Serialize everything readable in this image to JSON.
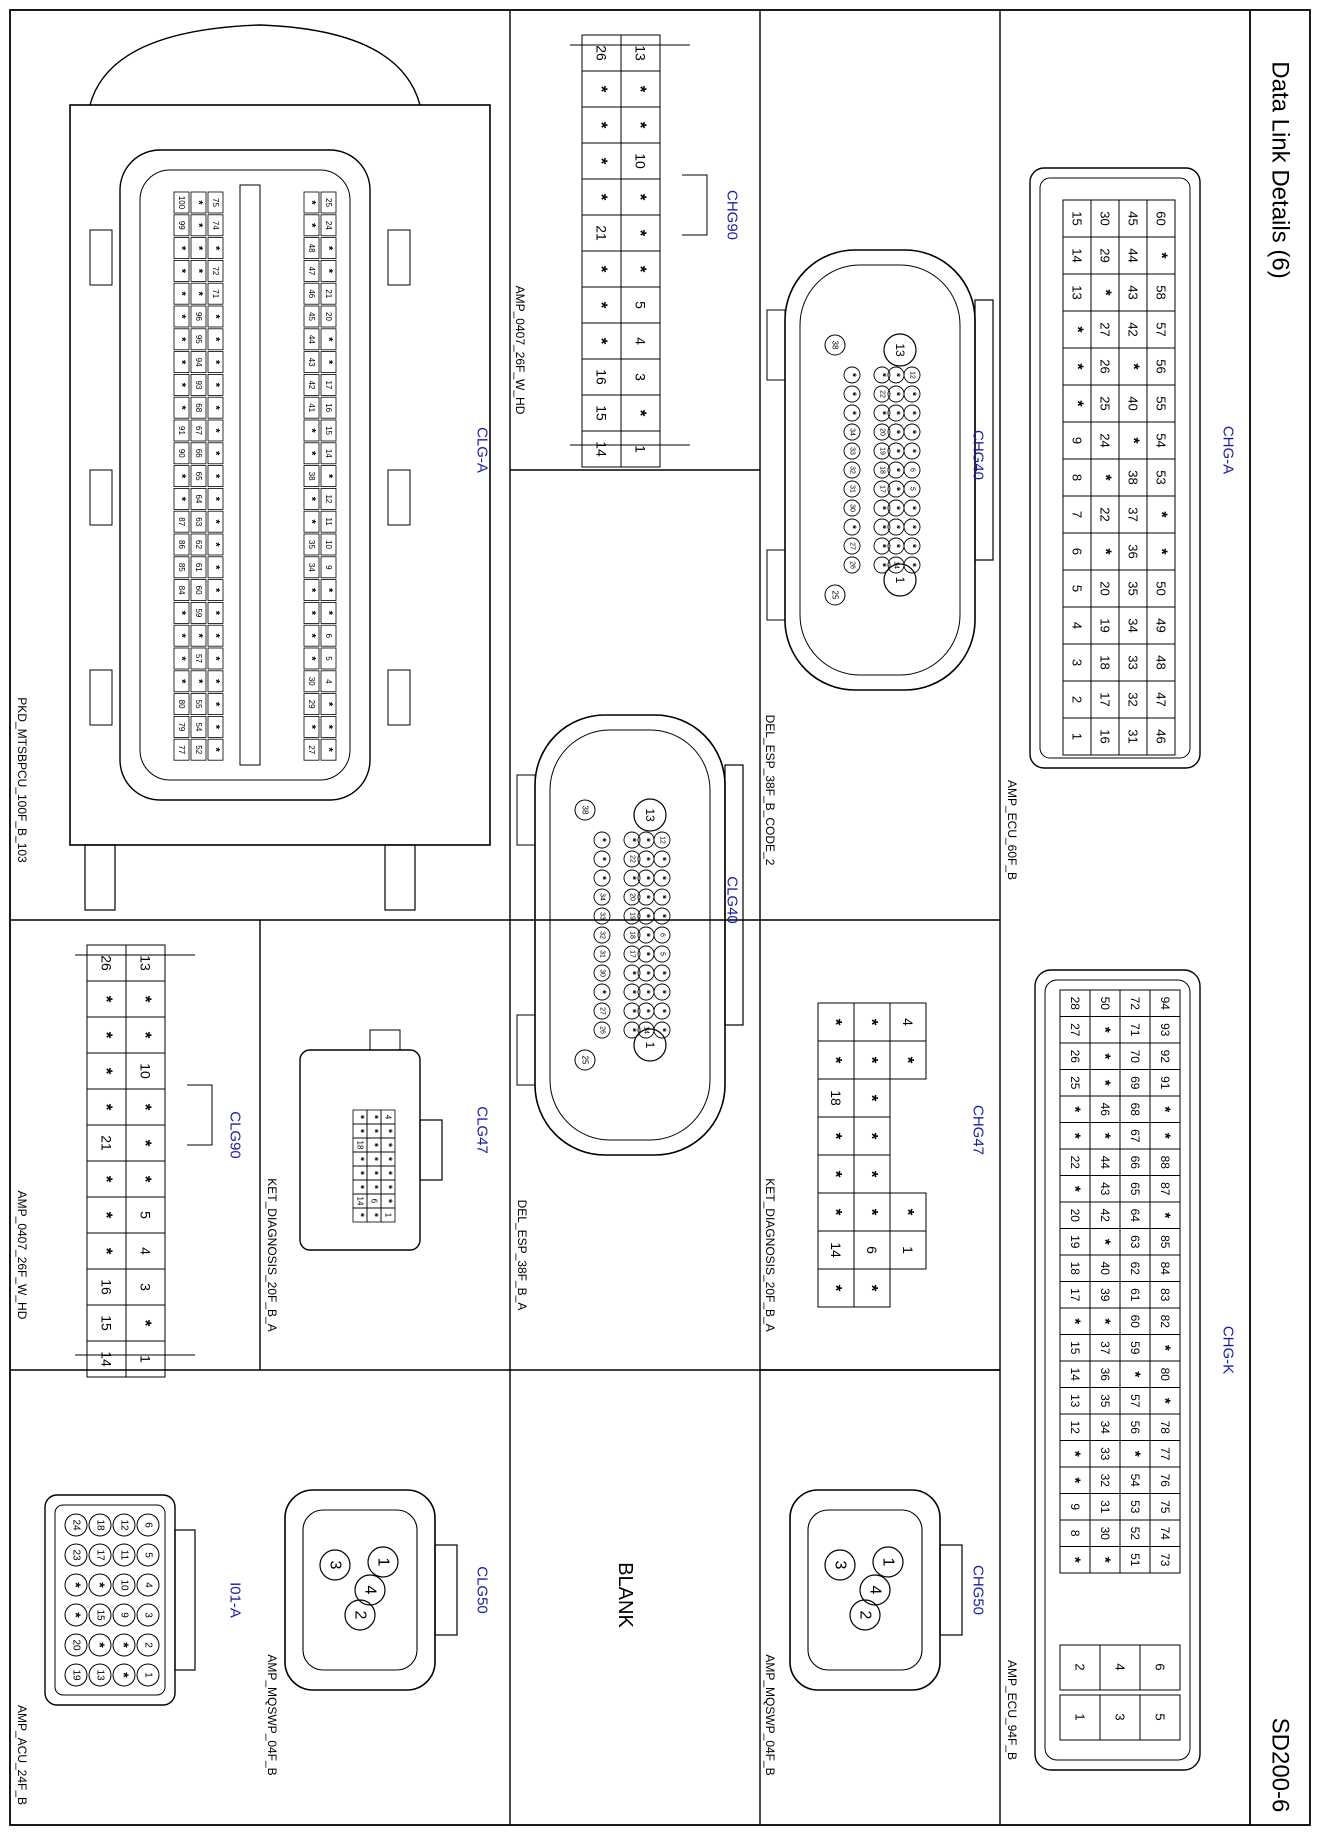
{
  "page": {
    "title": "Data Link Details (6)",
    "code": "SD200-6",
    "colors": {
      "label_blue": "#1a1aa8",
      "line": "#000000"
    }
  },
  "panels": [
    {
      "id": "chg-a",
      "title": "CHG-A",
      "part": "AMP_ECU_60F_B",
      "kind": "grid",
      "rows": [
        [
          "60",
          "*",
          "58",
          "57",
          "56",
          "55",
          "54",
          "53",
          "*",
          "*",
          "50",
          "49",
          "48",
          "47",
          "46"
        ],
        [
          "45",
          "44",
          "43",
          "42",
          "*",
          "40",
          "*",
          "38",
          "37",
          "36",
          "35",
          "34",
          "33",
          "32",
          "31"
        ],
        [
          "30",
          "29",
          "*",
          "27",
          "26",
          "25",
          "24",
          "*",
          "22",
          "*",
          "20",
          "19",
          "18",
          "17",
          "16"
        ],
        [
          "15",
          "14",
          "13",
          "*",
          "*",
          "*",
          "9",
          "8",
          "7",
          "6",
          "5",
          "4",
          "3",
          "2",
          "1"
        ]
      ]
    },
    {
      "id": "chg-k",
      "title": "CHG-K",
      "part": "AMP_ECU_94F_B",
      "kind": "grid",
      "rows": [
        [
          "94",
          "93",
          "92",
          "91",
          "*",
          "*",
          "88",
          "87",
          "*",
          "85",
          "84",
          "83",
          "82",
          "*",
          "80",
          "*",
          "78",
          "77",
          "76",
          "75",
          "74",
          "73"
        ],
        [
          "72",
          "71",
          "70",
          "69",
          "68",
          "67",
          "66",
          "65",
          "64",
          "63",
          "62",
          "61",
          "60",
          "59",
          "*",
          "57",
          "56",
          "*",
          "54",
          "53",
          "52",
          "51"
        ],
        [
          "50",
          "*",
          "*",
          "*",
          "46",
          "*",
          "44",
          "43",
          "42",
          "*",
          "40",
          "39",
          "*",
          "37",
          "36",
          "35",
          "34",
          "33",
          "32",
          "31",
          "30",
          "*"
        ],
        [
          "28",
          "27",
          "26",
          "25",
          "*",
          "*",
          "22",
          "*",
          "20",
          "19",
          "18",
          "17",
          "*",
          "15",
          "14",
          "13",
          "12",
          "*",
          "*",
          "9",
          "8",
          "*"
        ]
      ],
      "tail_rows": [
        [
          "6",
          "5"
        ],
        [
          "4",
          "3"
        ],
        [
          "2",
          "1"
        ]
      ]
    },
    {
      "id": "chg40",
      "title": "CHG40",
      "part": "DEL_ESP_38F_B_CODE_2",
      "kind": "esp",
      "big": [
        "13",
        "1"
      ],
      "small_end": [
        "38",
        "25"
      ],
      "row_a": [
        "12",
        "*",
        "*",
        "*",
        "*",
        "6",
        "5",
        "*",
        "*",
        "*",
        "*"
      ],
      "row_b": [
        "*",
        "*",
        "*",
        "*",
        "*",
        "*",
        "*",
        "*",
        "*",
        "*",
        "14"
      ],
      "row_c": [
        "*",
        "22",
        "*",
        "20",
        "19",
        "18",
        "17",
        "*",
        "*",
        "*",
        "*"
      ],
      "row_d": [
        "*",
        "*",
        "*",
        "34",
        "33",
        "32",
        "31",
        "30",
        "*",
        "27",
        "26"
      ]
    },
    {
      "id": "chg90",
      "title": "CHG90",
      "part": "AMP_0407_26F_W_HD",
      "kind": "grid",
      "rows": [
        [
          "13",
          "*",
          "*",
          "10",
          "*",
          "*",
          "*",
          "5",
          "4",
          "3",
          "*",
          "1"
        ],
        [
          "26",
          "*",
          "*",
          "*",
          "*",
          "21",
          "*",
          "*",
          "*",
          "16",
          "15",
          "14"
        ]
      ]
    },
    {
      "id": "clg-a",
      "title": "CLG-A",
      "part": "PKD_MTSBPCU_100F_B_103",
      "kind": "pkd",
      "rows": [
        [
          "25",
          "24",
          "*",
          "*",
          "21",
          "20",
          "*",
          "*",
          "17",
          "16",
          "15",
          "14",
          "*",
          "12",
          "11",
          "10",
          "9",
          "*",
          "*",
          "6",
          "5",
          "4",
          "*",
          "*",
          "*"
        ],
        [
          "*",
          "*",
          "48",
          "47",
          "46",
          "45",
          "44",
          "43",
          "42",
          "41",
          "*",
          "*",
          "38",
          "*",
          "*",
          "35",
          "34",
          "*",
          "*",
          "*",
          "*",
          "30",
          "29",
          "*",
          "27"
        ],
        [
          "75",
          "74",
          "*",
          "72",
          "71",
          "*",
          "*",
          "*",
          "*",
          "*",
          "*",
          "*",
          "*",
          "*",
          "*",
          "*",
          "*",
          "*",
          "*",
          "*",
          "*",
          "*",
          "*",
          "*",
          "*"
        ],
        [
          "*",
          "*",
          "*",
          "*",
          "*",
          "96",
          "95",
          "94",
          "93",
          "68",
          "67",
          "66",
          "65",
          "64",
          "63",
          "62",
          "61",
          "60",
          "59",
          "*",
          "57",
          "*",
          "55",
          "54",
          "52"
        ],
        [
          "100",
          "99",
          "*",
          "*",
          "*",
          "*",
          "*",
          "*",
          "*",
          "*",
          "91",
          "90",
          "*",
          "*",
          "87",
          "86",
          "85",
          "84",
          "*",
          "*",
          "*",
          "*",
          "80",
          "79",
          "77"
        ]
      ]
    },
    {
      "id": "clg40",
      "title": "CLG40",
      "part": "DEL_ESP_38F_B_A",
      "kind": "esp",
      "big": [
        "13",
        "1"
      ],
      "small_end": [
        "38",
        "25"
      ],
      "row_a": [
        "12",
        "*",
        "*",
        "*",
        "*",
        "6",
        "5",
        "*",
        "*",
        "*",
        "*"
      ],
      "row_b": [
        "*",
        "*",
        "*",
        "*",
        "*",
        "*",
        "*",
        "*",
        "*",
        "*",
        "14"
      ],
      "row_c": [
        "*",
        "22",
        "*",
        "20",
        "19",
        "18",
        "17",
        "*",
        "*",
        "*",
        "*"
      ],
      "row_d": [
        "*",
        "*",
        "*",
        "34",
        "33",
        "32",
        "31",
        "30",
        "*",
        "27",
        "26"
      ]
    },
    {
      "id": "chg47",
      "title": "CHG47",
      "part": "KET_DIAGNOSIS_20F_B_A",
      "kind": "ket",
      "top_left": [
        "4",
        "*"
      ],
      "top_right": [
        "*",
        "1"
      ],
      "rows": [
        [
          "*",
          "*",
          "*",
          "*",
          "*",
          "*",
          "6",
          "*"
        ],
        [
          "*",
          "*",
          "18",
          "*",
          "*",
          "*",
          "14",
          "*"
        ]
      ]
    },
    {
      "id": "clg47",
      "title": "CLG47",
      "part": "KET_DIAGNOSIS_20F_B_A",
      "kind": "ketsmall",
      "rows": [
        [
          "4",
          "*",
          "*",
          "*",
          "*",
          "*",
          "*",
          "1"
        ],
        [
          "*",
          "*",
          "*",
          "*",
          "*",
          "*",
          "6",
          "*"
        ],
        [
          "*",
          "*",
          "18",
          "*",
          "*",
          "*",
          "14",
          "*"
        ]
      ]
    },
    {
      "id": "clg90",
      "title": "CLG90",
      "part": "AMP_0407_26F_W_HD",
      "kind": "grid",
      "rows": [
        [
          "13",
          "*",
          "*",
          "10",
          "*",
          "*",
          "*",
          "5",
          "4",
          "3",
          "*",
          "1"
        ],
        [
          "26",
          "*",
          "*",
          "*",
          "*",
          "21",
          "*",
          "*",
          "*",
          "16",
          "15",
          "14"
        ]
      ]
    },
    {
      "id": "chg50",
      "title": "CHG50",
      "part": "AMP_MQSWP_04F_B",
      "kind": "mqs",
      "pins": [
        "1",
        "2",
        "3",
        "4"
      ]
    },
    {
      "id": "blank",
      "title": "BLANK",
      "kind": "blank"
    },
    {
      "id": "clg50",
      "title": "CLG50",
      "part": "AMP_MQSWP_04F_B",
      "kind": "mqs",
      "pins": [
        "1",
        "2",
        "3",
        "4"
      ]
    },
    {
      "id": "i01-a",
      "title": "I01-A",
      "part": "AMP_ACU_24F_B",
      "kind": "acu",
      "rows": [
        [
          "6",
          "5",
          "4",
          "3",
          "2",
          "1"
        ],
        [
          "12",
          "11",
          "10",
          "9",
          "*",
          "*"
        ],
        [
          "18",
          "17",
          "*",
          "15",
          "*",
          "13"
        ],
        [
          "24",
          "23",
          "*",
          "*",
          "20",
          "19"
        ]
      ]
    }
  ]
}
